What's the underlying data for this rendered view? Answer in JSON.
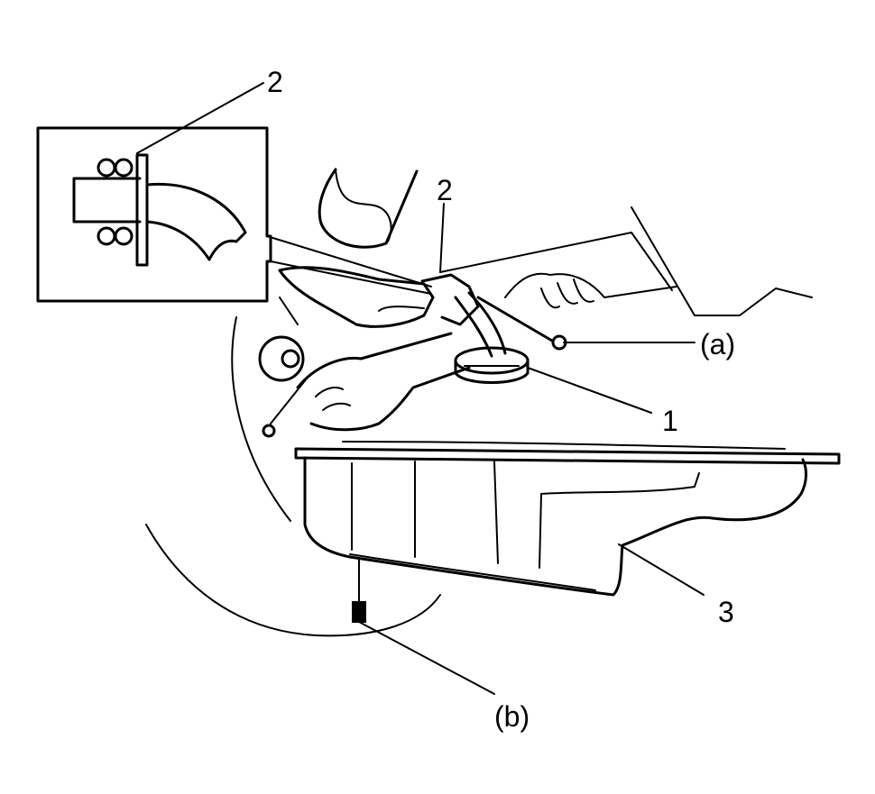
{
  "callouts": {
    "part1": "1",
    "part2_inset": "2",
    "part2_main": "2",
    "part3": "3",
    "torque_a": "(a)",
    "torque_b": "(b)"
  }
}
